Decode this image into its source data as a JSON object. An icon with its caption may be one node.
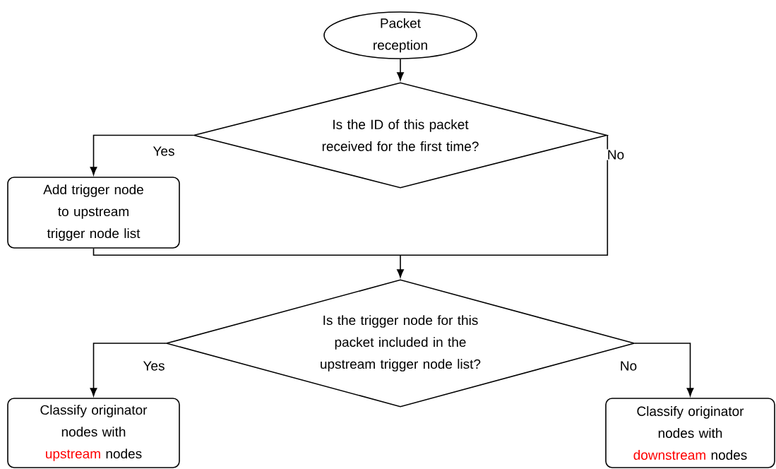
{
  "diagram": {
    "nodes": [
      {
        "text": [
          "Packet reception"
        ]
      },
      {
        "text": [
          "Is the ID of this packet received for the first time?"
        ]
      },
      {
        "text": [
          "Add trigger node to upstream trigger node list"
        ]
      },
      {
        "text": [
          "Is the trigger node for this packet included in the upstream trigger node list?"
        ]
      },
      {
        "text": [
          "Classify originator nodes with",
          "upstream",
          "nodes"
        ]
      },
      {
        "text": [
          "Classify originator nodes with",
          "downstream",
          "nodes"
        ]
      }
    ],
    "edges": [
      {
        "from": 0,
        "to": 1,
        "arrow": "to"
      },
      {
        "from": 1,
        "to": 2,
        "arrow": "to",
        "label": "Yes"
      },
      {
        "from": 1,
        "to": 3,
        "arrow": "to",
        "label": "No"
      },
      {
        "from": 2,
        "to": 3,
        "arrow": "to"
      },
      {
        "from": 3,
        "to": 4,
        "arrow": "to",
        "label": "Yes"
      },
      {
        "from": 3,
        "to": 5,
        "arrow": "to",
        "label": "No"
      }
    ]
  }
}
